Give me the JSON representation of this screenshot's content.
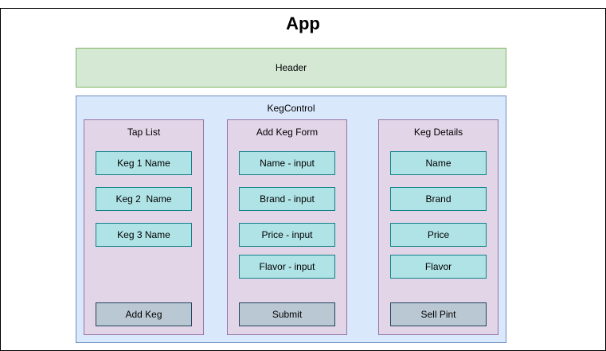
{
  "app": {
    "title": "App"
  },
  "header": {
    "label": "Header"
  },
  "keg_control": {
    "label": "KegControl"
  },
  "tap_list": {
    "title": "Tap List",
    "items": [
      "Keg 1 Name",
      "Keg 2  Name",
      "Keg 3 Name"
    ],
    "action": "Add Keg"
  },
  "add_keg_form": {
    "title": "Add Keg Form",
    "items": [
      "Name - input",
      "Brand - input",
      "Price - input",
      "Flavor - input"
    ],
    "action": "Submit"
  },
  "keg_details": {
    "title": "Keg Details",
    "items": [
      "Name",
      "Brand",
      "Price",
      "Flavor"
    ],
    "action": "Sell Pint"
  },
  "colors": {
    "header_fill": "#d5e8d4",
    "header_stroke": "#82b366",
    "kegcontrol_fill": "#dae8fc",
    "kegcontrol_stroke": "#6c8ebf",
    "panel_fill": "#e1d5e7",
    "panel_stroke": "#9673a6",
    "item_fill": "#b0e3e6",
    "item_stroke": "#0e8088",
    "action_fill": "#bac8d3",
    "action_stroke": "#23445d"
  }
}
